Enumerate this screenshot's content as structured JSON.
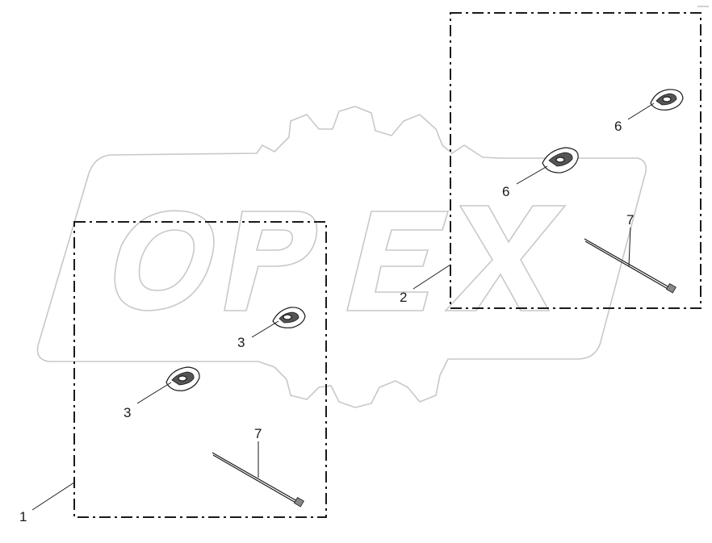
{
  "watermark": {
    "text": "OPEX"
  },
  "callouts": {
    "c1": "1",
    "c2": "2",
    "c3a": "3",
    "c3b": "3",
    "c6a": "6",
    "c6b": "6",
    "c7a": "7",
    "c7b": "7"
  },
  "colors": {
    "line": "#1a1a1a",
    "watermark_outline": "#c8c8c8",
    "background": "#ffffff"
  }
}
